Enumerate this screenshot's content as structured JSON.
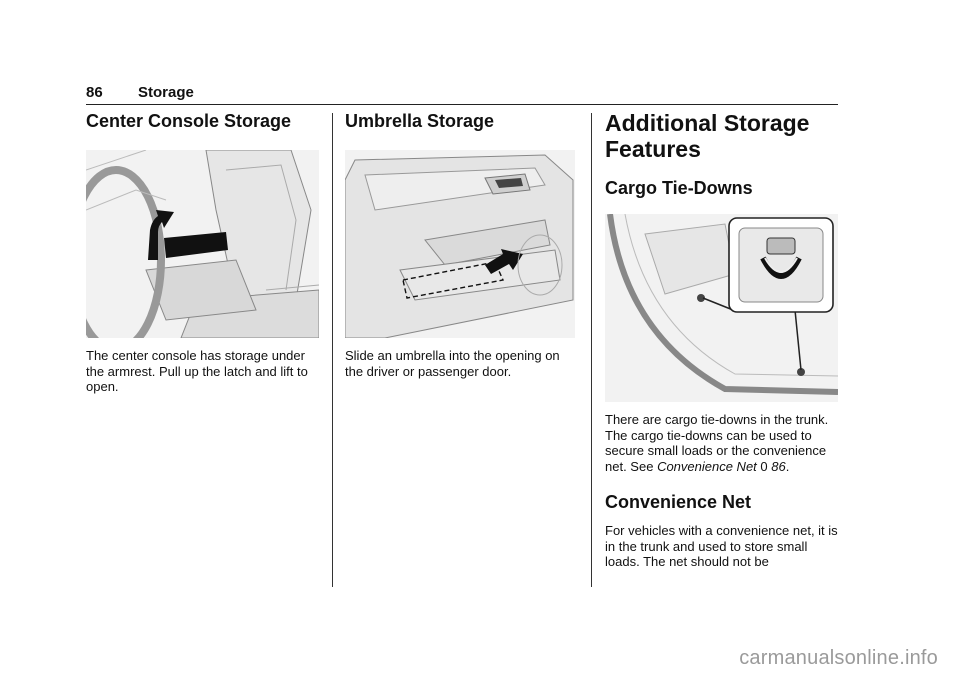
{
  "header": {
    "page_number": "86",
    "section": "Storage"
  },
  "col1": {
    "heading": "Center Console Storage",
    "body": "The center console has storage under the armrest. Pull up the latch and lift to open."
  },
  "col2": {
    "heading": "Umbrella Storage",
    "body": "Slide an umbrella into the opening on the driver or passenger door."
  },
  "col3": {
    "heading_line1": "Additional Storage",
    "heading_line2": "Features",
    "sub1": "Cargo Tie-Downs",
    "body1": "There are cargo tie-downs in the trunk. The cargo tie-downs can be used to secure small loads or the convenience net. See",
    "xref_title": "Convenience Net",
    "xref_symbol": "0",
    "xref_page": "86",
    "xref_end": ".",
    "sub2": "Convenience Net",
    "body2": "For vehicles with a convenience net, it is in the trunk and used to store small loads. The net should not be"
  },
  "watermark": "carmanualsonline.info"
}
